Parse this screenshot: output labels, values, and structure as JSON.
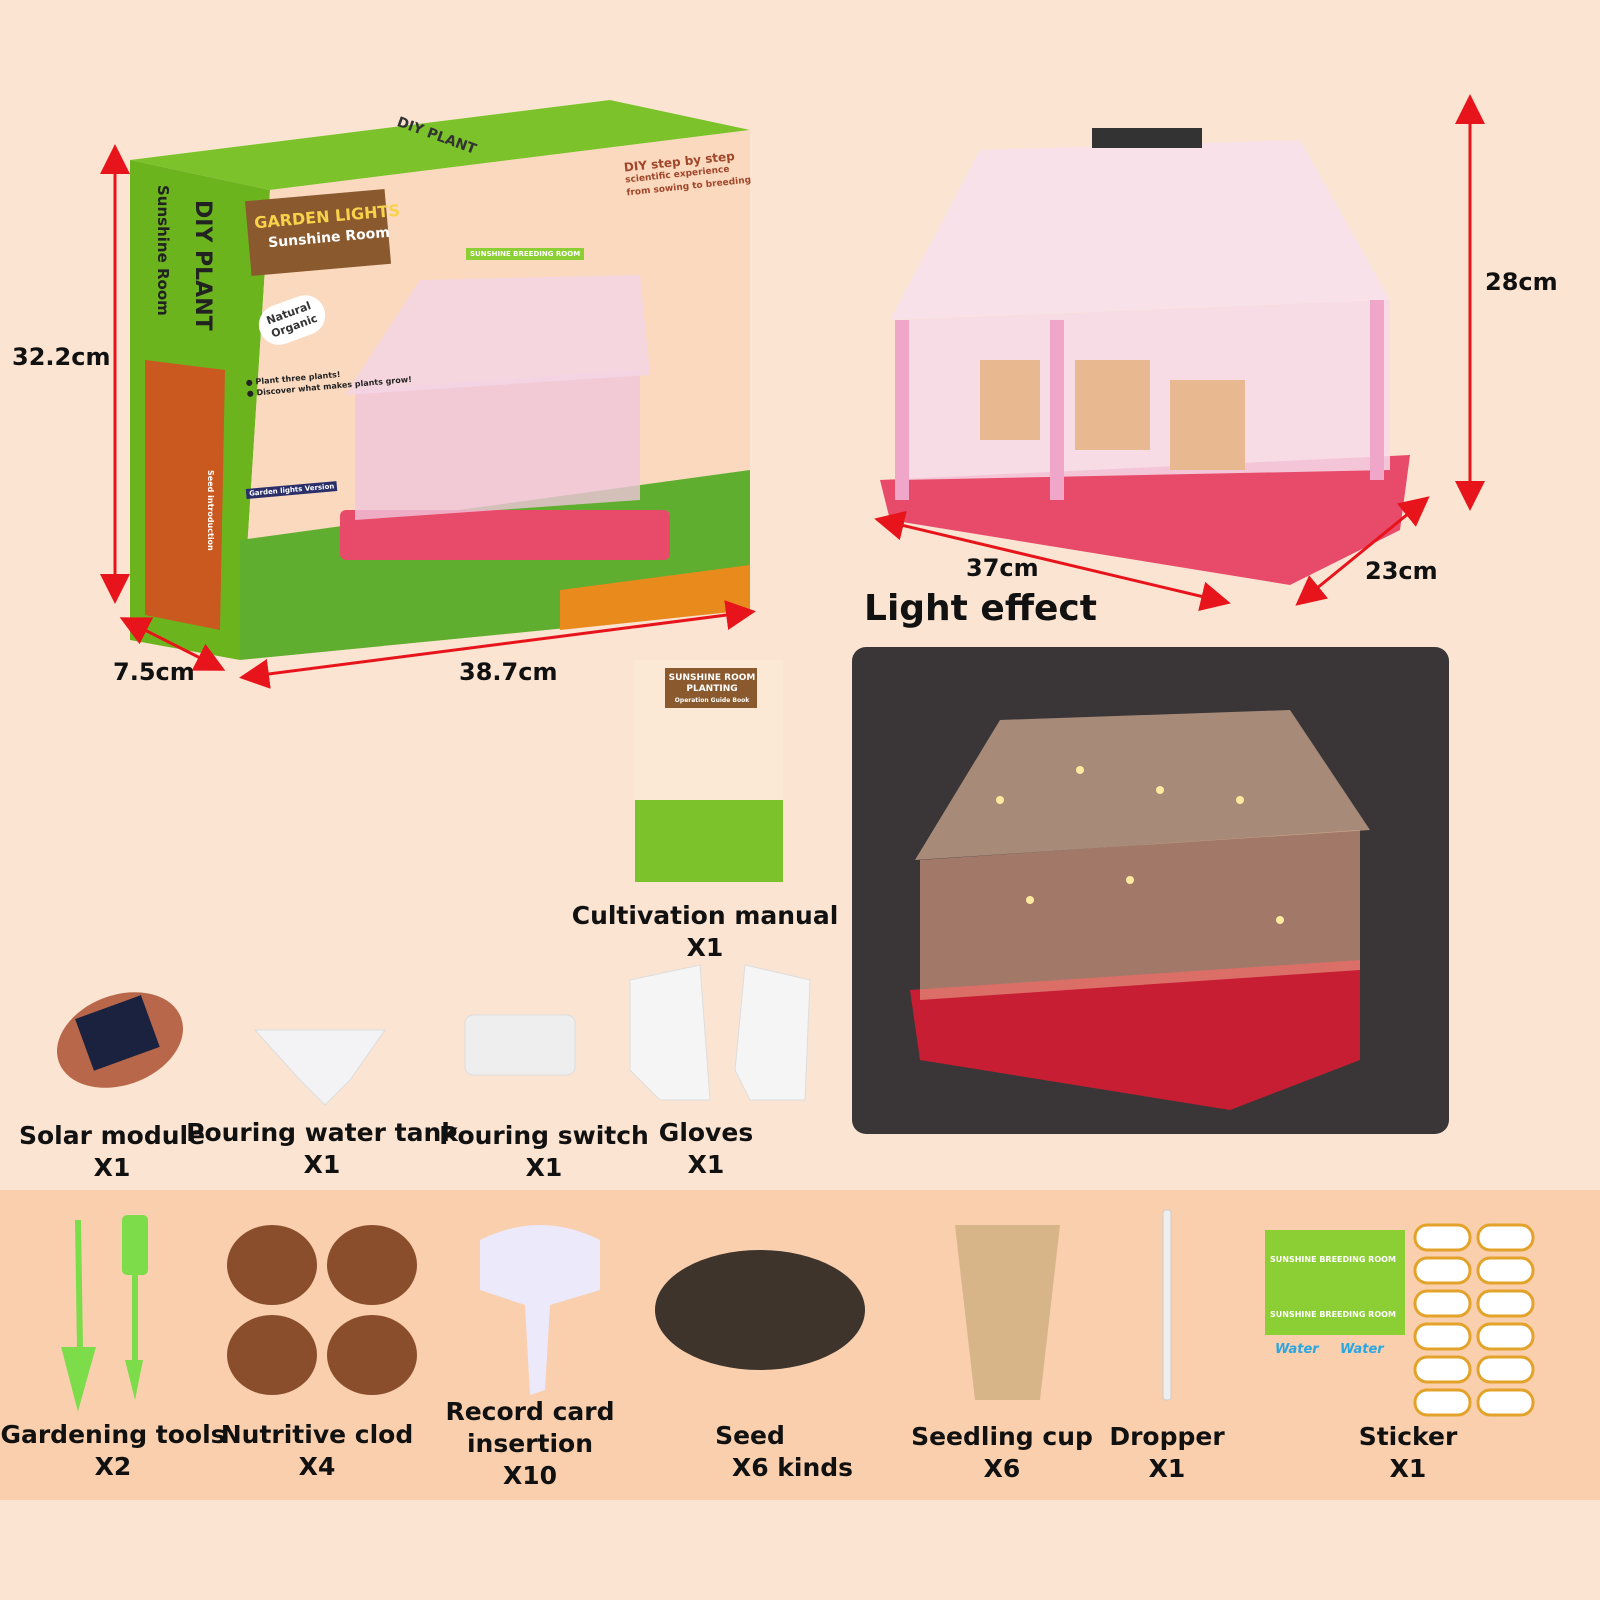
{
  "colors": {
    "background": "#fbe4d2",
    "band": "#f9cfae",
    "arrow": "#e8141b",
    "box_green": "#7cc22a",
    "greenhouse_pink": "#f0a6c8",
    "base_red": "#e84a6a"
  },
  "dimensions": {
    "box_height": "32.2cm",
    "box_depth": "7.5cm",
    "box_width": "38.7cm",
    "house_height": "28cm",
    "house_length": "37cm",
    "house_depth": "23cm"
  },
  "box": {
    "side_title": "DIY PLANT",
    "side_subtitle": "Sunshine Room",
    "top_title": "DIY PLANT",
    "sign_title": "GARDEN LIGHTS",
    "sign_subtitle": "Sunshine Room",
    "tagline": [
      "DIY step by step",
      "scientific experience",
      "from sowing to breeding"
    ],
    "badge": [
      "Natural",
      "Organic"
    ],
    "bullets": [
      "Plant three plants!",
      "Discover what makes plants grow!"
    ],
    "version": "Garden lights Version",
    "seed_intro": "Seed introduction",
    "greenhouse_sign": "SUNSHINE BREEDING ROOM"
  },
  "light_effect_title": "Light effect",
  "manual": {
    "cover_title": "SUNSHINE ROOM PLANTING",
    "cover_subtitle": "Operation Guide Book",
    "label": "Cultivation  manual",
    "qty": "X1"
  },
  "components_row1": [
    {
      "name": "Solar module",
      "qty": "X1"
    },
    {
      "name": "Pouring water tank",
      "qty": "X1"
    },
    {
      "name": "Pouring switch",
      "qty": "X1"
    },
    {
      "name": "Gloves",
      "qty": "X1"
    }
  ],
  "components_row2": [
    {
      "name": "Gardening tools",
      "qty": "X2"
    },
    {
      "name": "Nutritive clod",
      "qty": "X4"
    },
    {
      "name": "Record card insertion",
      "qty": "X10"
    },
    {
      "name": "Seed",
      "qty": "X6 kinds"
    },
    {
      "name": "Seedling cup",
      "qty": "X6"
    },
    {
      "name": "Dropper",
      "qty": "X1"
    },
    {
      "name": "Sticker",
      "qty": "X1"
    }
  ],
  "sticker": {
    "label": "SUNSHINE BREEDING ROOM",
    "water": "Water"
  }
}
